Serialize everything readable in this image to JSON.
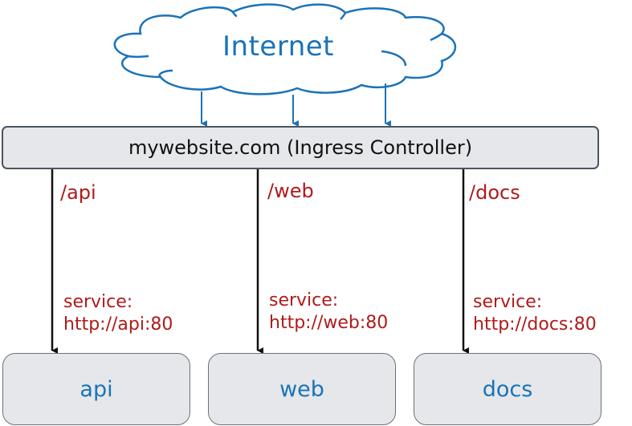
{
  "cloud": {
    "label": "Internet"
  },
  "ingress": {
    "label": "mywebsite.com (Ingress Controller)"
  },
  "routes": [
    {
      "path": "/api",
      "service_label": "service:",
      "service_url": "http://api:80",
      "target": "api"
    },
    {
      "path": "/web",
      "service_label": "service:",
      "service_url": "http://web:80",
      "target": "web"
    },
    {
      "path": "/docs",
      "service_label": "service:",
      "service_url": "http://docs:80",
      "target": "docs"
    }
  ],
  "colors": {
    "cloud": "#1a73b8",
    "path": "#b01a1a",
    "service_text": "#1a73b8",
    "box_fill": "#e6e7ea"
  }
}
